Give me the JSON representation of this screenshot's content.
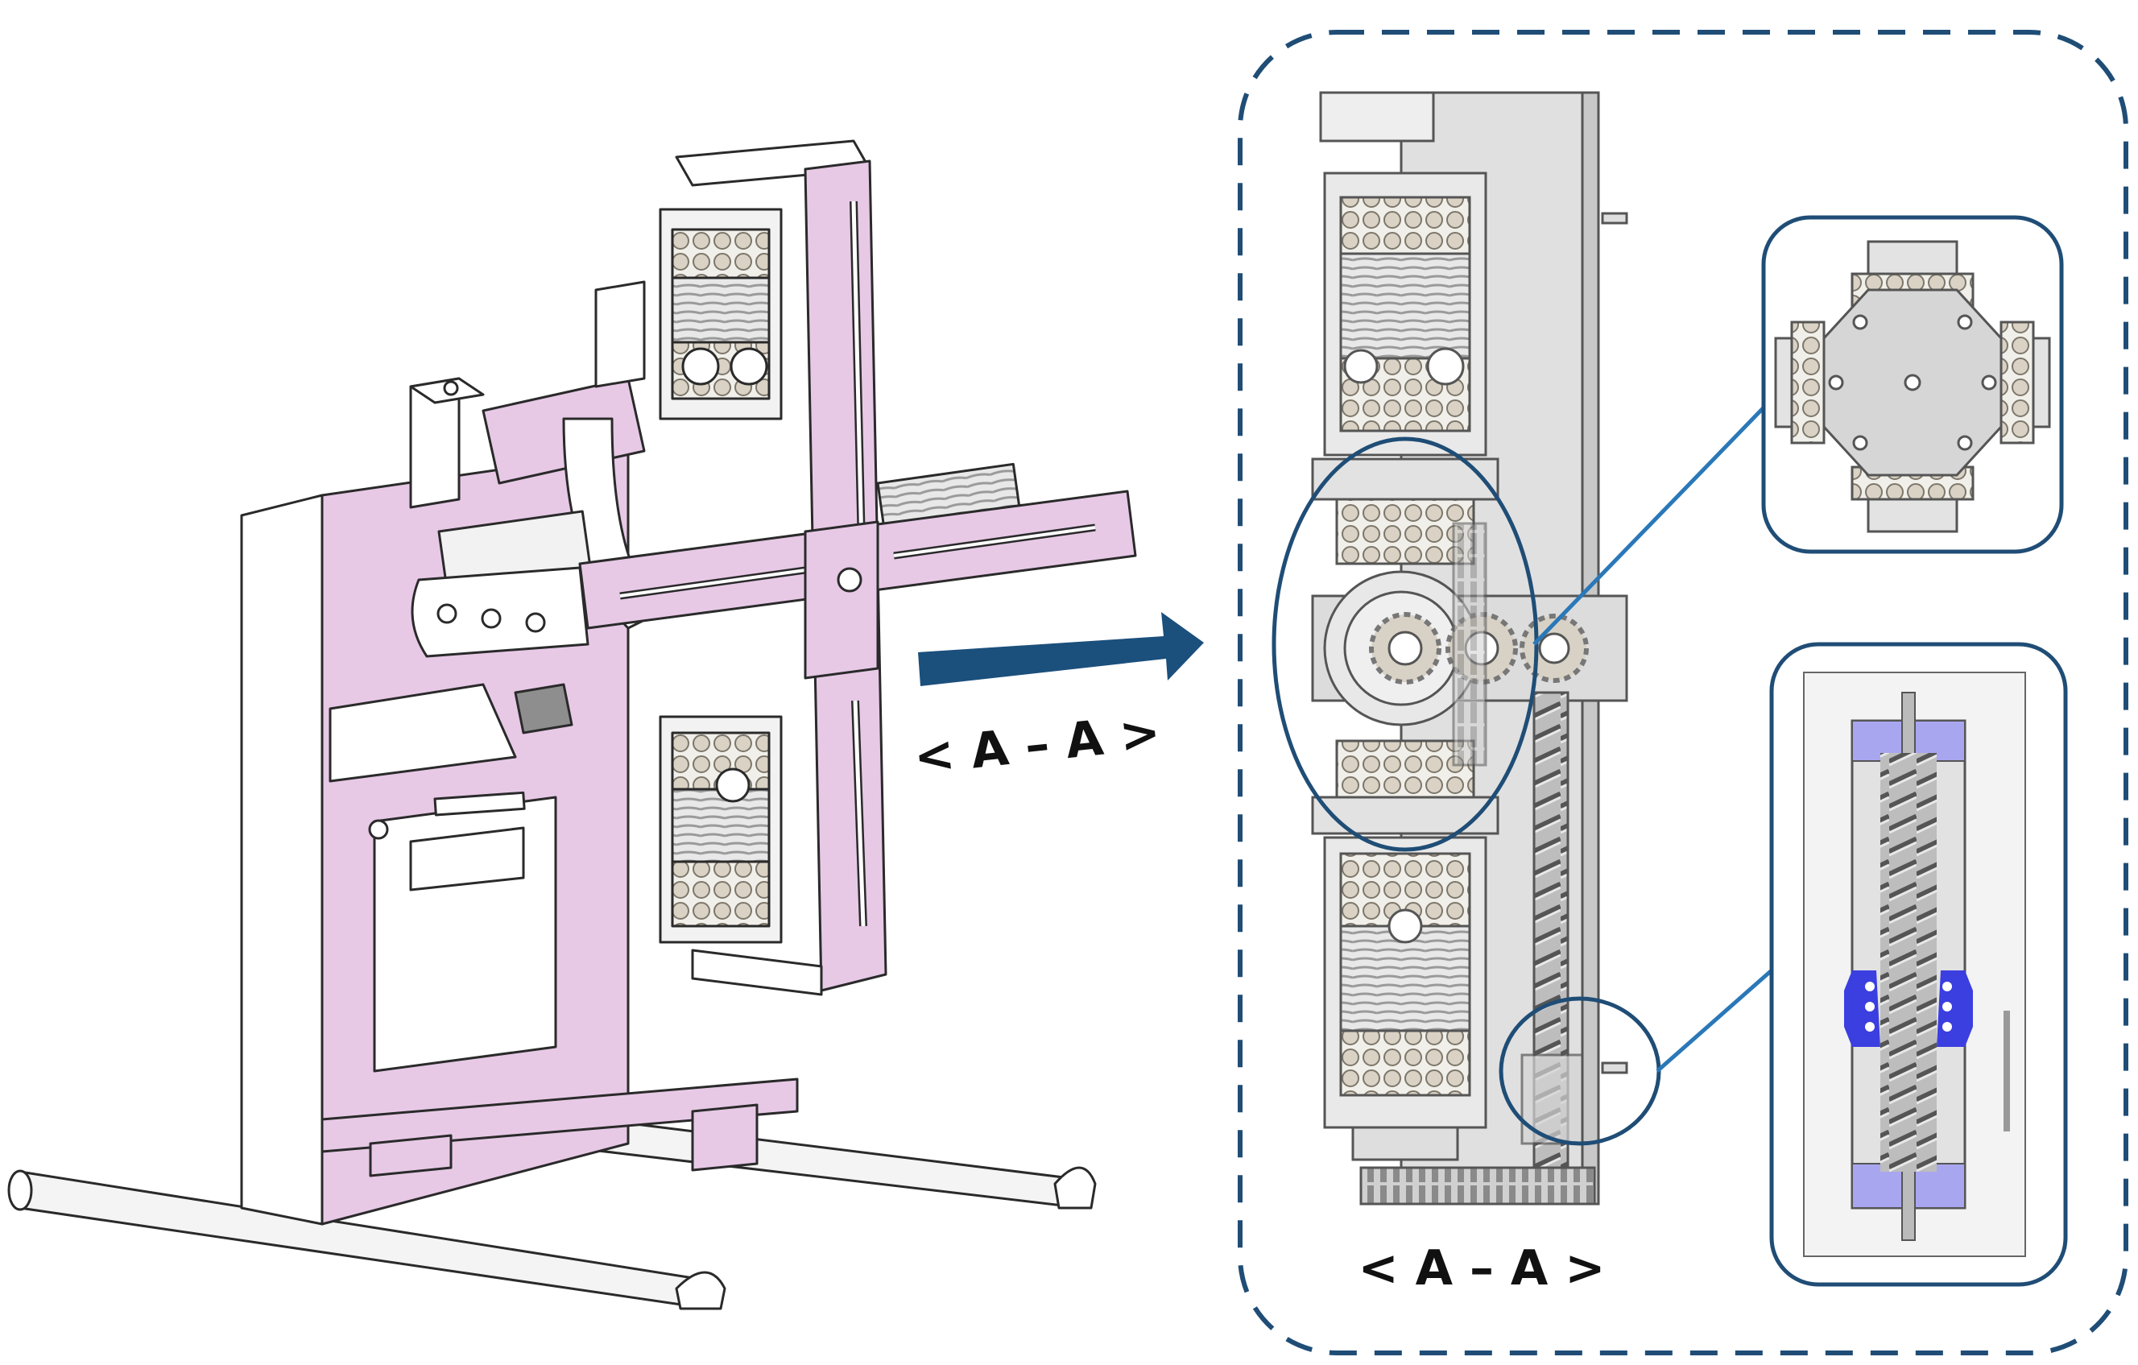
{
  "figure": {
    "arrow_label": "< A – A >",
    "section_label": "< A – A >"
  },
  "colors": {
    "frame_pink": "#e7c9e6",
    "frame_outline": "#2a2a2a",
    "accent_blue": "#1b4f7c",
    "leader_blue": "#2a78b8",
    "detail_blue_pad": "#a9a6f0",
    "detail_blue_nut": "#3b3fe0",
    "metal_grey": "#d6d6d6",
    "metal_light": "#eeeeee"
  },
  "parts": {
    "left_view": "isometric-assembly-cross-frame-on-rails",
    "section_view": "section-a-a",
    "detail_top": "gear-hub-detail",
    "detail_bottom": "lead-screw-detail"
  }
}
